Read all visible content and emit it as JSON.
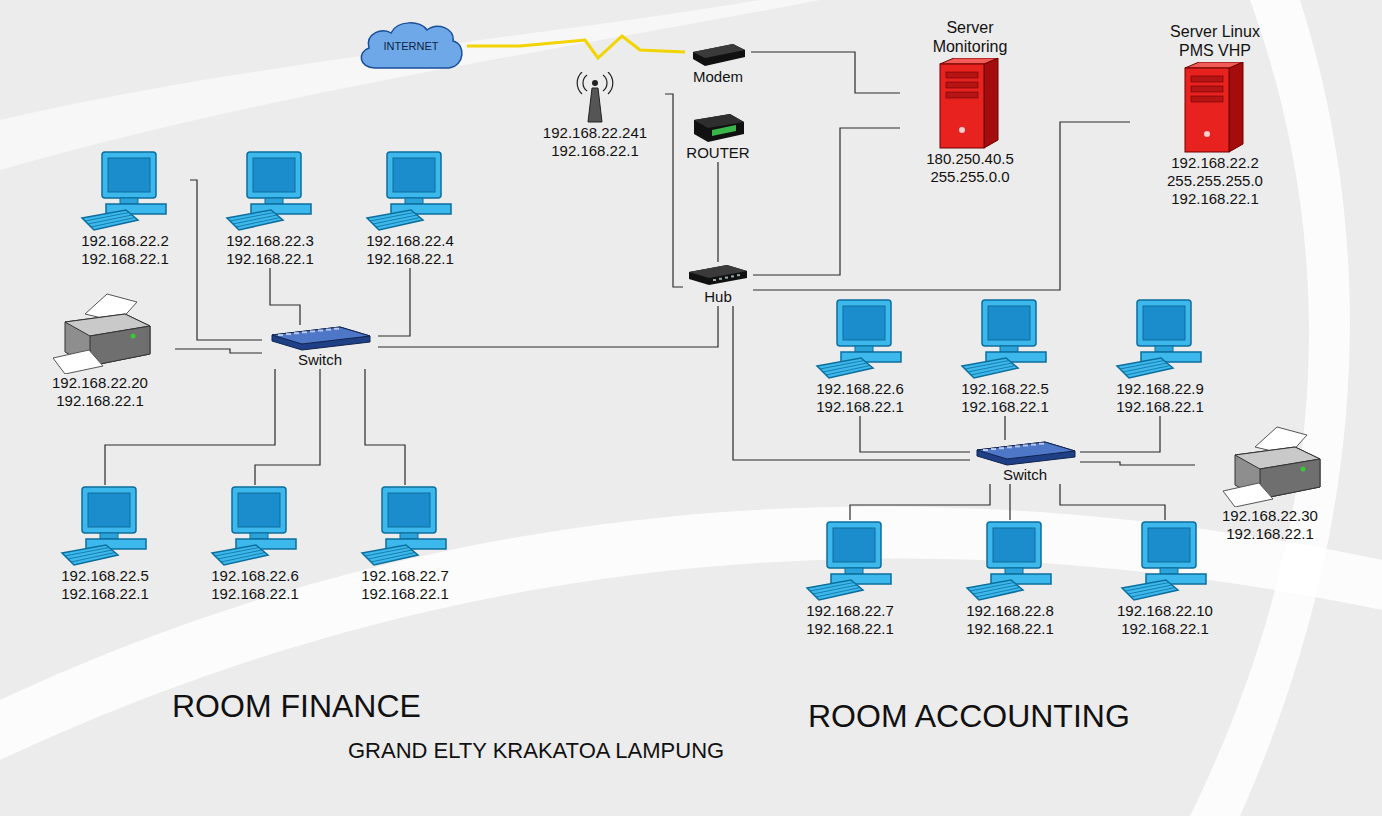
{
  "diagram": {
    "caption": "GRAND ELTY KRAKATOA LAMPUNG",
    "nodes": [
      {
        "text": [
          "INTERNET"
        ]
      },
      {
        "text": [
          "Modem"
        ]
      },
      {
        "text": [
          "192.168.22.241",
          "192.168.22.1"
        ]
      },
      {
        "text": [
          "ROUTER"
        ]
      },
      {
        "text": [
          "Server Monitoring",
          "180.250.40.5",
          "255.255.0.0"
        ]
      },
      {
        "text": [
          "Server Linux PMS VHP",
          "192.168.22.2",
          "255.255.255.0",
          "192.168.22.1"
        ]
      },
      {
        "text": [
          "192.168.22.2",
          "192.168.22.1"
        ]
      },
      {
        "text": [
          "192.168.22.3",
          "192.168.22.1"
        ]
      },
      {
        "text": [
          "192.168.22.4",
          "192.168.22.1"
        ]
      },
      {
        "text": [
          "Hub"
        ]
      },
      {
        "text": [
          "192.168.22.20",
          "192.168.22.1"
        ]
      },
      {
        "text": [
          "Switch"
        ]
      },
      {
        "text": [
          "192.168.22.6",
          "192.168.22.1"
        ]
      },
      {
        "text": [
          "192.168.22.5",
          "192.168.22.1"
        ]
      },
      {
        "text": [
          "192.168.22.9",
          "192.168.22.1"
        ]
      },
      {
        "text": [
          "Switch"
        ]
      },
      {
        "text": [
          "192.168.22.30",
          "192.168.22.1"
        ]
      },
      {
        "text": [
          "192.168.22.5",
          "192.168.22.1"
        ]
      },
      {
        "text": [
          "192.168.22.6",
          "192.168.22.1"
        ]
      },
      {
        "text": [
          "192.168.22.7",
          "192.168.22.1"
        ]
      },
      {
        "text": [
          "192.168.22.7",
          "192.168.22.1"
        ]
      },
      {
        "text": [
          "192.168.22.8",
          "192.168.22.1"
        ]
      },
      {
        "text": [
          "192.168.22.10",
          "192.168.22.1"
        ]
      }
    ],
    "edges": [
      {
        "from": 0,
        "to": 1,
        "arrow": "none"
      },
      {
        "from": 1,
        "to": 4,
        "arrow": "none"
      },
      {
        "from": 3,
        "to": 9,
        "arrow": "none"
      },
      {
        "from": 2,
        "to": 9,
        "arrow": "none"
      },
      {
        "from": 4,
        "to": 9,
        "arrow": "none"
      },
      {
        "from": 5,
        "to": 9,
        "arrow": "none"
      },
      {
        "from": 9,
        "to": 11,
        "arrow": "none"
      },
      {
        "from": 9,
        "to": 15,
        "arrow": "none"
      },
      {
        "from": 6,
        "to": 11,
        "arrow": "none"
      },
      {
        "from": 7,
        "to": 11,
        "arrow": "none"
      },
      {
        "from": 8,
        "to": 11,
        "arrow": "none"
      },
      {
        "from": 10,
        "to": 11,
        "arrow": "none"
      },
      {
        "from": 17,
        "to": 11,
        "arrow": "none"
      },
      {
        "from": 18,
        "to": 11,
        "arrow": "none"
      },
      {
        "from": 19,
        "to": 11,
        "arrow": "none"
      },
      {
        "from": 12,
        "to": 15,
        "arrow": "none"
      },
      {
        "from": 13,
        "to": 15,
        "arrow": "none"
      },
      {
        "from": 14,
        "to": 15,
        "arrow": "none"
      },
      {
        "from": 16,
        "to": 15,
        "arrow": "none"
      },
      {
        "from": 20,
        "to": 15,
        "arrow": "none"
      },
      {
        "from": 21,
        "to": 15,
        "arrow": "none"
      },
      {
        "from": 22,
        "to": 15,
        "arrow": "none"
      }
    ],
    "labels": [
      "ROOM FINANCE",
      "ROOM ACCOUNTING"
    ]
  }
}
